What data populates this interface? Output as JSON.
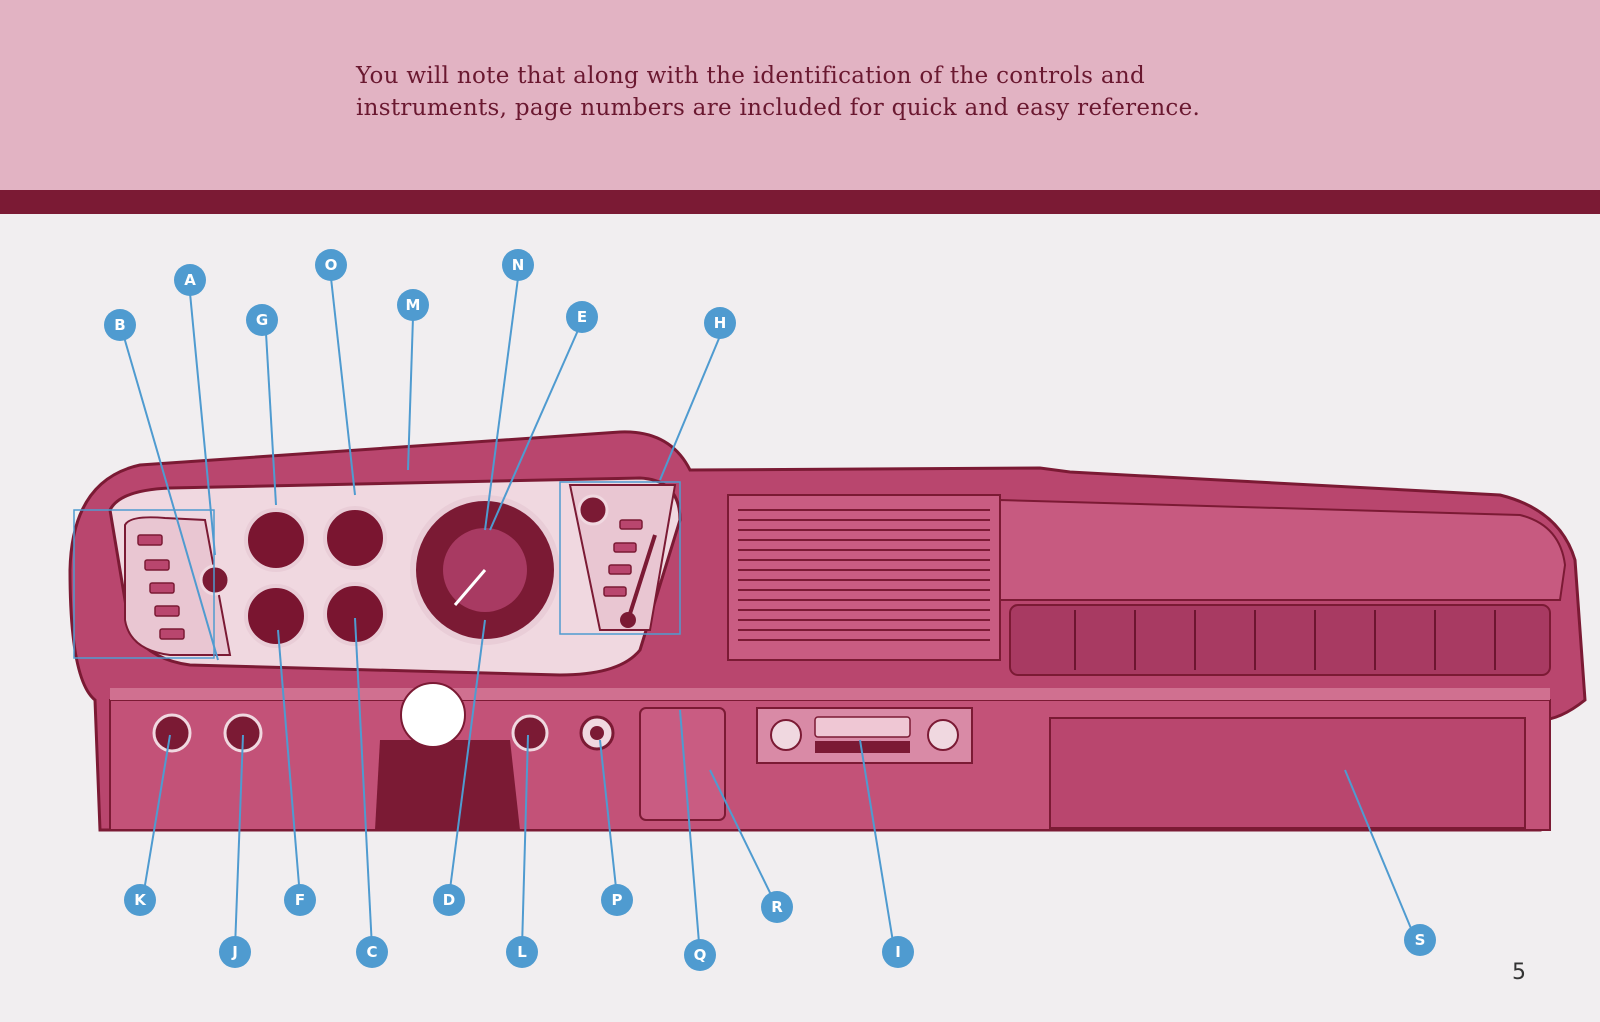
{
  "header": {
    "line1": "You will note that along with the identification of the controls and",
    "line2": "instruments, page numbers are included for quick and easy reference."
  },
  "page_number": "5",
  "callouts": [
    "A",
    "B",
    "C",
    "D",
    "E",
    "F",
    "G",
    "H",
    "I",
    "J",
    "K",
    "L",
    "M",
    "N",
    "O",
    "P",
    "Q",
    "R",
    "S"
  ],
  "colors": {
    "header_band": "#e2b3c3",
    "header_rule": "#7b1a34",
    "dash_body": "#b9466e",
    "dash_dark": "#7b1a34",
    "callout": "#4f9bd0"
  }
}
